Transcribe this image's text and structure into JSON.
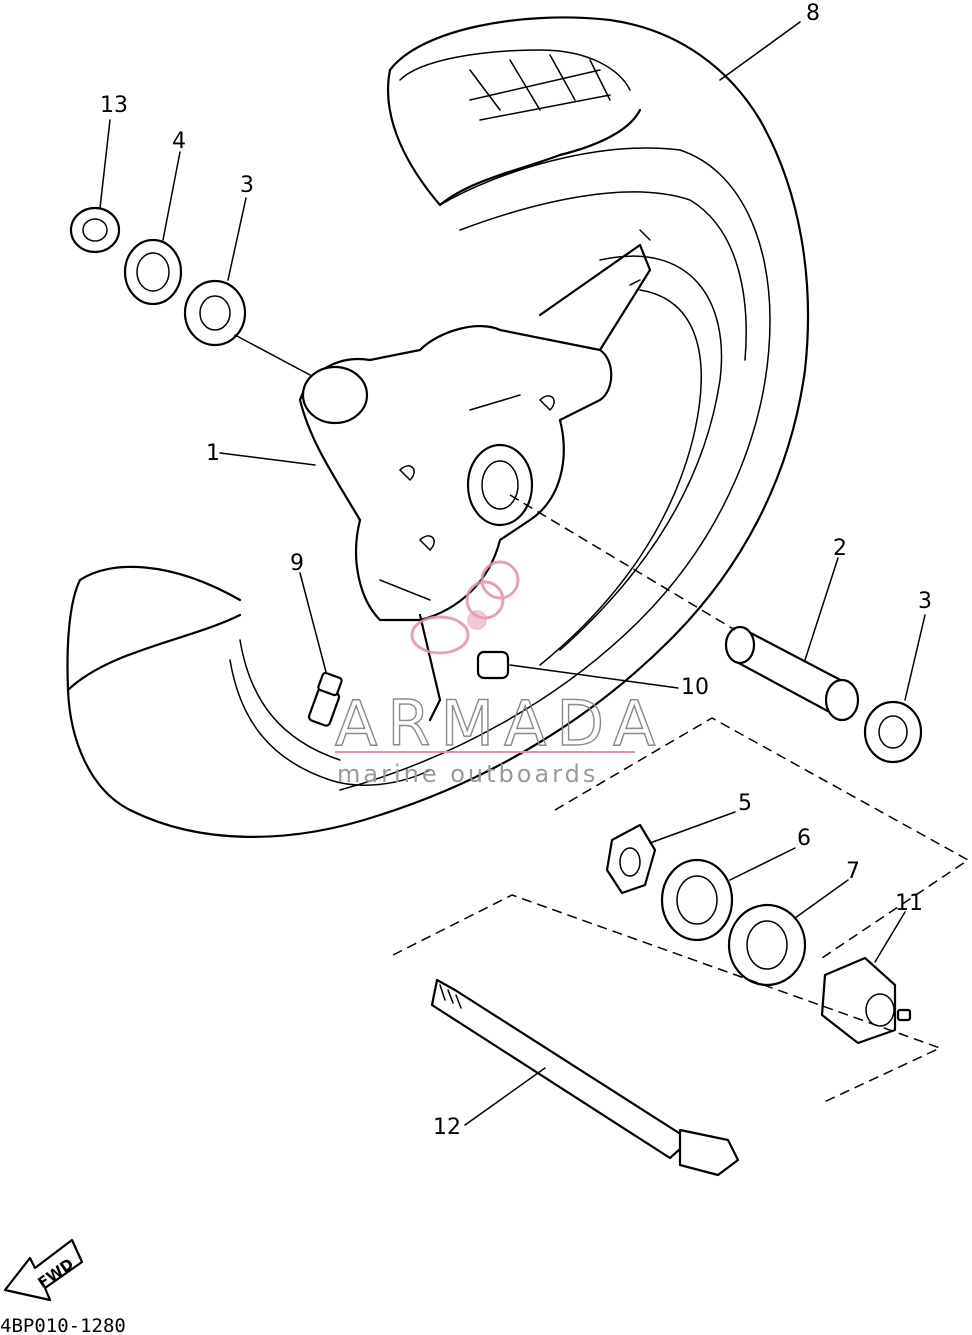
{
  "diagram": {
    "callouts": {
      "c1": "1",
      "c2": "2",
      "c3a": "3",
      "c3b": "3",
      "c4": "4",
      "c5": "5",
      "c6": "6",
      "c7": "7",
      "c8": "8",
      "c9": "9",
      "c10": "10",
      "c11": "11",
      "c12": "12",
      "c13": "13"
    },
    "fwd_label": "FWD",
    "drawing_code": "4BP010-1280"
  },
  "watermark": {
    "title": "ARMADA",
    "subtitle": "marine outboards",
    "accent_color": "#e38fb0"
  }
}
